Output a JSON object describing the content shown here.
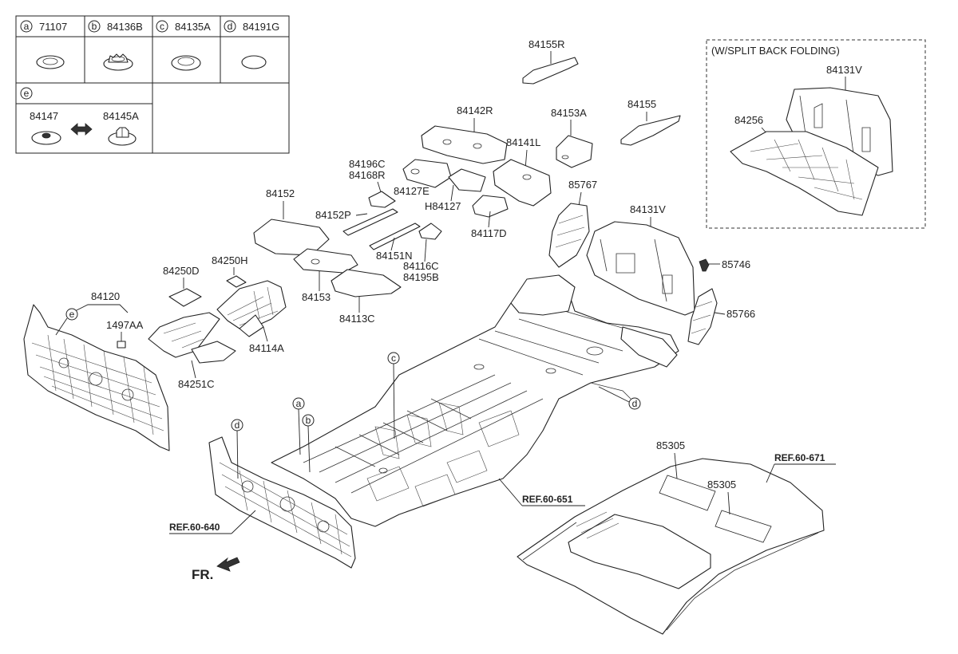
{
  "legend": {
    "cells": [
      {
        "letter": "a",
        "part": "71107"
      },
      {
        "letter": "b",
        "part": "84136B"
      },
      {
        "letter": "c",
        "part": "84135A"
      },
      {
        "letter": "d",
        "part": "84191G"
      }
    ],
    "row2": {
      "letter": "e",
      "left_part": "84147",
      "right_part": "84145A"
    }
  },
  "inset": {
    "title": "(W/SPLIT BACK FOLDING)",
    "labels": [
      "84131V",
      "84256"
    ]
  },
  "labels": {
    "p84155R": "84155R",
    "p84142R": "84142R",
    "p84153A": "84153A",
    "p84155": "84155",
    "p84141L": "84141L",
    "p84196C": "84196C",
    "p84168R": "84168R",
    "p84127E": "84127E",
    "pH84127": "H84127",
    "p84117D": "84117D",
    "p85767": "85767",
    "p84131V": "84131V",
    "p84152": "84152",
    "p84152P": "84152P",
    "p84151N": "84151N",
    "p84116C": "84116C",
    "p84195B": "84195B",
    "p85746": "85746",
    "p84250D": "84250D",
    "p84250H": "84250H",
    "p84153": "84153",
    "p84113C": "84113C",
    "p85766": "85766",
    "p84120": "84120",
    "p1497AA": "1497AA",
    "p84114A": "84114A",
    "p84251C": "84251C",
    "p85305a": "85305",
    "p85305b": "85305"
  },
  "callouts": {
    "a": "a",
    "b": "b",
    "c": "c",
    "d1": "d",
    "d2": "d",
    "e": "e"
  },
  "refs": {
    "r671": "REF.60-671",
    "r651": "REF.60-651",
    "r640": "REF.60-640"
  },
  "direction": "FR."
}
